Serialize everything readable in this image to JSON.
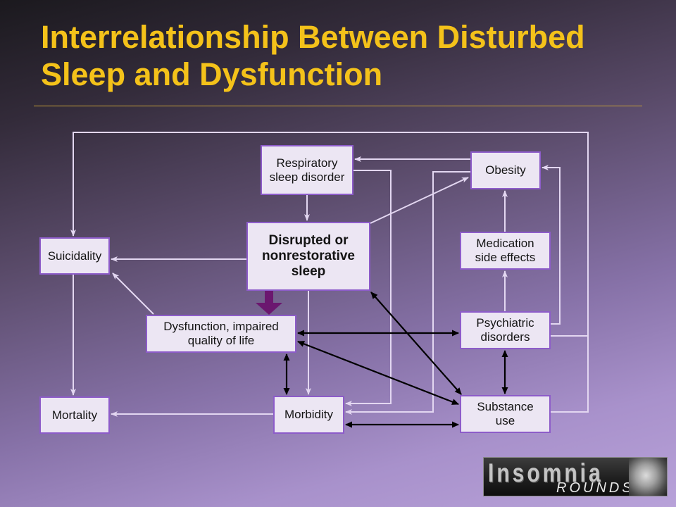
{
  "slide": {
    "title": {
      "line1": "Interrelationship Between Disturbed",
      "line2": "Sleep and Dysfunction"
    }
  },
  "diagram": {
    "respiratory": {
      "line1": "Respiratory",
      "line2": "sleep disorder"
    },
    "obesity": {
      "line1": "Obesity"
    },
    "disrupted": {
      "line1": "Disrupted or",
      "line2": "nonrestorative",
      "line3": "sleep"
    },
    "suicidality": {
      "line1": "Suicidality"
    },
    "medication": {
      "line1": "Medication",
      "line2": "side effects"
    },
    "dysfunction": {
      "line1": "Dysfunction, impaired",
      "line2": "quality of life"
    },
    "psychiatric": {
      "line1": "Psychiatric",
      "line2": "disorders"
    },
    "mortality": {
      "line1": "Mortality"
    },
    "morbidity": {
      "line1": "Morbidity"
    },
    "substance": {
      "line1": "Substance",
      "line2": "use"
    }
  },
  "logo": {
    "word1": "Insomnia",
    "word2": "ROUNDS"
  },
  "colors": {
    "title": "#f4c21a",
    "rule": "#c7a139",
    "box_fill": "#ece6f3",
    "box_border": "#8d5cc9",
    "arrow_light": "#e3d7f1",
    "arrow_dark": "#000000",
    "emphasis_arrow": "#6b176f"
  }
}
